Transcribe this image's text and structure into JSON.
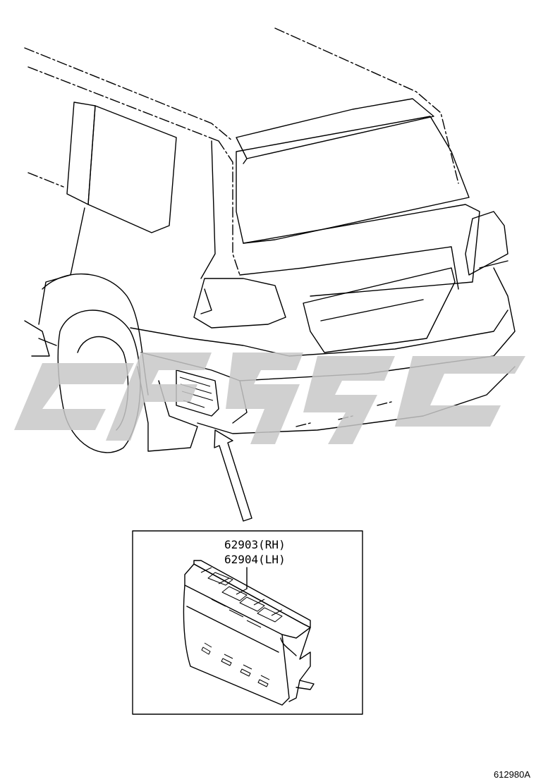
{
  "callout": {
    "part_rh": "62903(RH)",
    "part_lh": "62904(LH)"
  },
  "figure_code": "612980A",
  "colors": {
    "line": "#000000",
    "watermark": "#c8c8c8",
    "background": "#ffffff"
  }
}
